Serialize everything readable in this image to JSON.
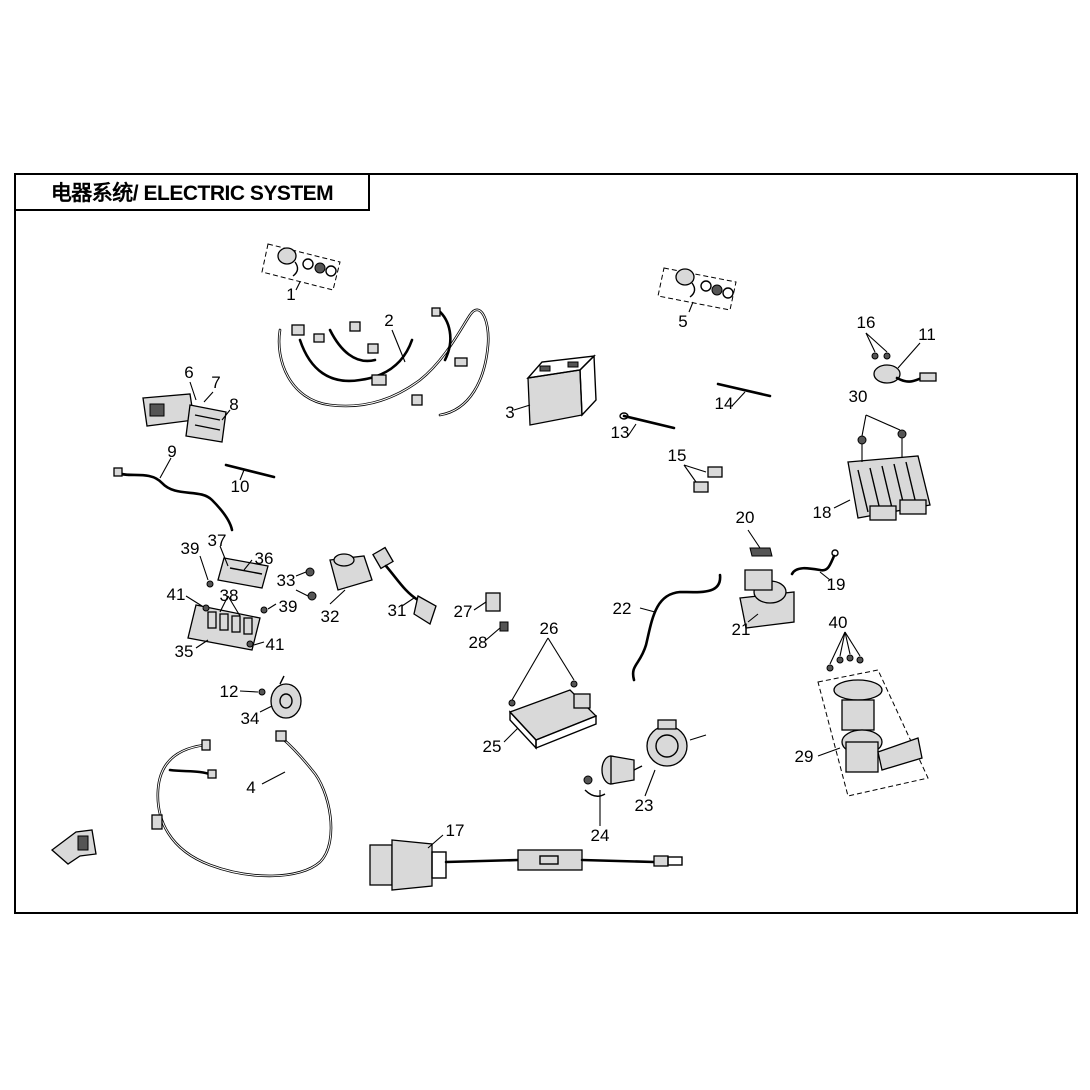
{
  "title": "电器系统/  ELECTRIC SYSTEM",
  "callouts": {
    "c1": "1",
    "c2": "2",
    "c3": "3",
    "c4": "4",
    "c5": "5",
    "c6": "6",
    "c7": "7",
    "c8": "8",
    "c9": "9",
    "c10": "10",
    "c11": "11",
    "c12": "12",
    "c13": "13",
    "c14": "14",
    "c15": "15",
    "c16": "16",
    "c17": "17",
    "c18": "18",
    "c19": "19",
    "c20": "20",
    "c21": "21",
    "c22": "22",
    "c23": "23",
    "c24": "24",
    "c25": "25",
    "c26": "26",
    "c27": "27",
    "c28": "28",
    "c29": "29",
    "c30": "30",
    "c31": "31",
    "c32": "32",
    "c33": "33",
    "c34": "34",
    "c35": "35",
    "c36": "36",
    "c37": "37",
    "c38": "38",
    "c39a": "39",
    "c39b": "39",
    "c40": "40",
    "c41a": "41",
    "c41b": "41"
  }
}
